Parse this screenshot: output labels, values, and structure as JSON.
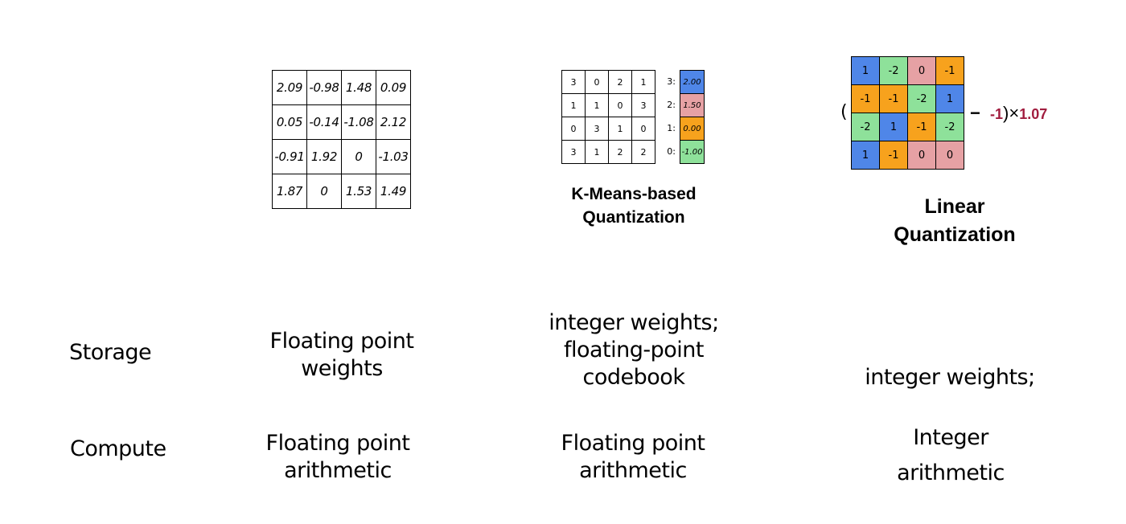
{
  "colors": {
    "blue": "#4f86e8",
    "green": "#8ee19a",
    "pink": "#e6a1a4",
    "orange": "#f7a21d",
    "maroon": "#a11d3f"
  },
  "fp_matrix": [
    [
      "2.09",
      "-0.98",
      "1.48",
      "0.09"
    ],
    [
      "0.05",
      "-0.14",
      "-1.08",
      "2.12"
    ],
    [
      "-0.91",
      "1.92",
      "0",
      "-1.03"
    ],
    [
      "1.87",
      "0",
      "1.53",
      "1.49"
    ]
  ],
  "kmeans": {
    "indices": [
      [
        "3",
        "0",
        "2",
        "1"
      ],
      [
        "1",
        "1",
        "0",
        "3"
      ],
      [
        "0",
        "3",
        "1",
        "0"
      ],
      [
        "3",
        "1",
        "2",
        "2"
      ]
    ],
    "codebook": [
      {
        "label": "3:",
        "value": "2.00",
        "color": "#4f86e8"
      },
      {
        "label": "2:",
        "value": "1.50",
        "color": "#e6a1a4"
      },
      {
        "label": "1:",
        "value": "0.00",
        "color": "#f7a21d"
      },
      {
        "label": "0:",
        "value": "-1.00",
        "color": "#8ee19a"
      }
    ],
    "title_line1": "K-Means-based",
    "title_line2": "Quantization"
  },
  "linear": {
    "values": [
      [
        "1",
        "-2",
        "0",
        "-1"
      ],
      [
        "-1",
        "-1",
        "-2",
        "1"
      ],
      [
        "-2",
        "1",
        "-1",
        "-2"
      ],
      [
        "1",
        "-1",
        "0",
        "0"
      ]
    ],
    "value_colors": {
      "1": "#4f86e8",
      "-2": "#8ee19a",
      "0": "#e6a1a4",
      "-1": "#f7a21d"
    },
    "open_paren": "(",
    "minus": "−",
    "zero_point": "-1",
    "close_times": ")×",
    "scale": "1.07",
    "title_line1": "Linear",
    "title_line2": "Quantization"
  },
  "rows": {
    "storage_label": "Storage",
    "compute_label": "Compute"
  },
  "storage": {
    "fp_line1": "Floating point",
    "fp_line2": "weights",
    "km_line1": "integer weights;",
    "km_line2": "floating-point",
    "km_line3": "codebook",
    "lin_line1": "integer weights;"
  },
  "compute": {
    "fp_line1": "Floating point",
    "fp_line2": "arithmetic",
    "km_line1": "Floating point",
    "km_line2": "arithmetic",
    "lin_line1": "Integer",
    "lin_line2": "arithmetic"
  }
}
